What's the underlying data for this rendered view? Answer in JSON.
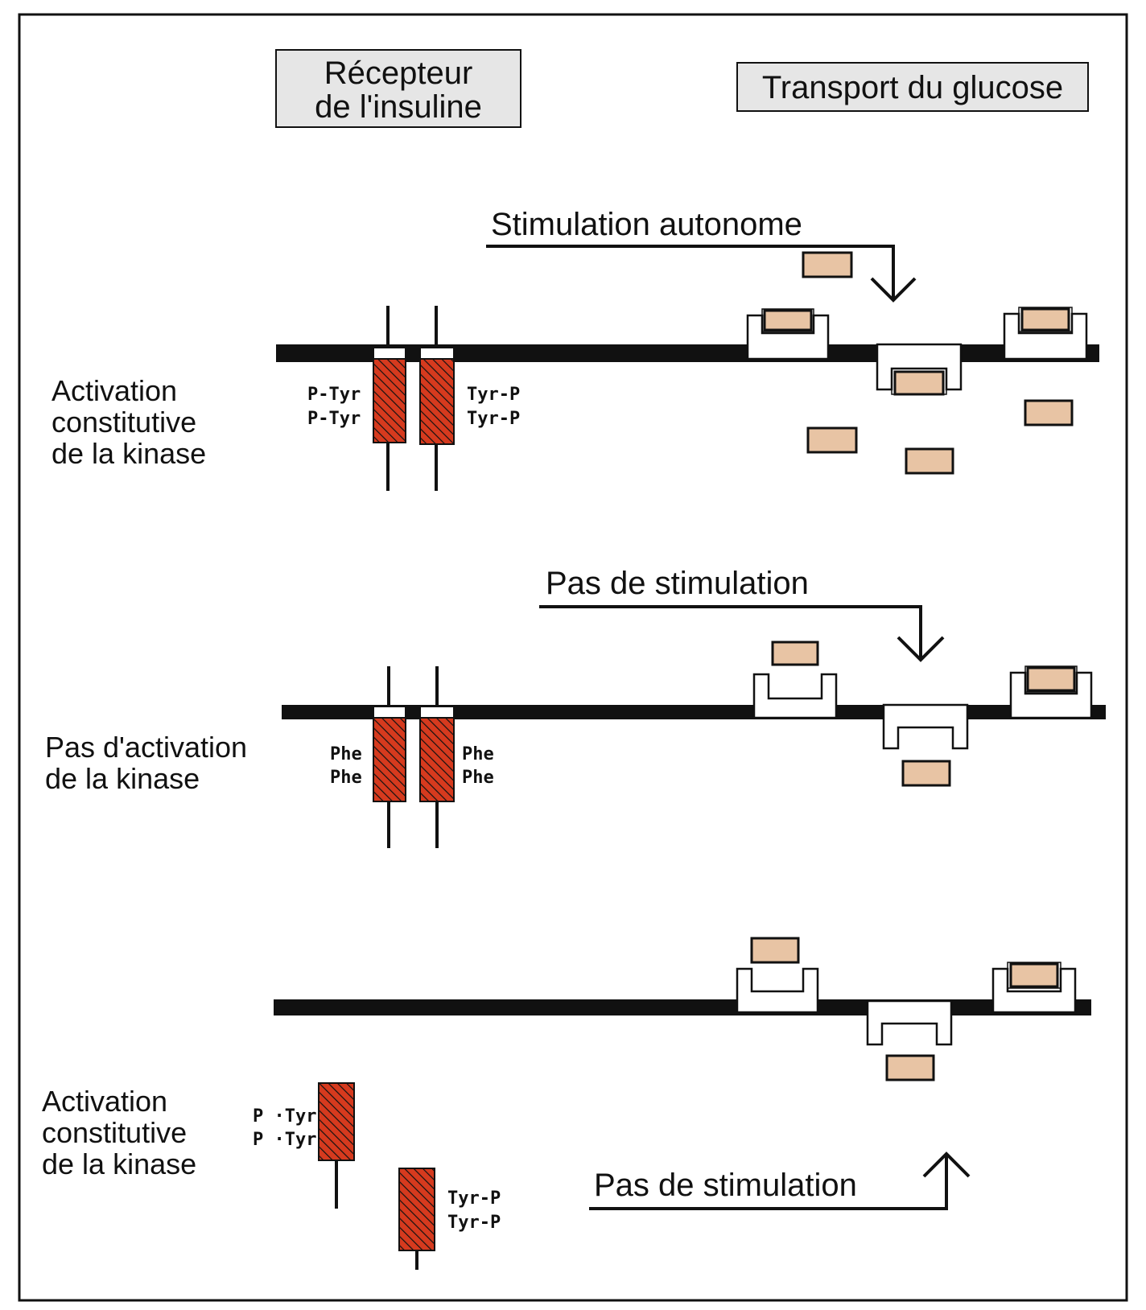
{
  "header": {
    "receptor_line1": "Récepteur",
    "receptor_line2": "de l'insuline",
    "transport": "Transport du glucose"
  },
  "panel1": {
    "label_line1": "Activation",
    "label_line2": "constitutive",
    "label_line3": "de la kinase",
    "left_res1": "P-Tyr",
    "left_res2": "P-Tyr",
    "right_res1": "Tyr-P",
    "right_res2": "Tyr-P",
    "stimulation": "Stimulation autonome"
  },
  "panel2": {
    "label_line1": "Pas d'activation",
    "label_line2": "de la kinase",
    "left_res1": "Phe",
    "left_res2": "Phe",
    "right_res1": "Phe",
    "right_res2": "Phe",
    "stimulation": "Pas de stimulation"
  },
  "panel3": {
    "label_line1": "Activation",
    "label_line2": "constitutive",
    "label_line3": "de la kinase",
    "left_res1": "P ·Tyr",
    "left_res2": "P ·Tyr",
    "right_res1": "Tyr-P",
    "right_res2": "Tyr-P",
    "stimulation": "Pas de stimulation"
  },
  "colors": {
    "receptor_fill": "#d63a1e",
    "glucose_fill": "#e8c4a4",
    "header_fill": "#e6e6e6",
    "ink": "#111111"
  }
}
